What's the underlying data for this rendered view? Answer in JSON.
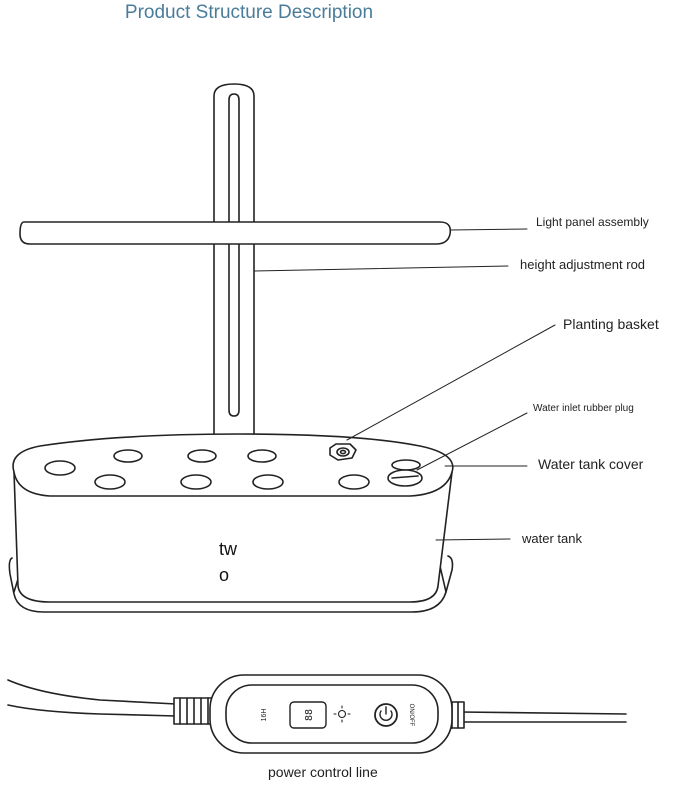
{
  "title": "Product Structure Description",
  "labels": {
    "light_panel": "Light panel assembly",
    "height_rod": "height adjustment rod",
    "planting_basket": "Planting basket",
    "water_inlet_plug": "Water inlet rubber plug",
    "water_tank_cover": "Water tank cover",
    "water_tank": "water tank"
  },
  "tank_text_line1": "tw",
  "tank_text_line2": "o",
  "controller": {
    "timer_label": "16H",
    "mode_label": "ON/OFF"
  },
  "caption": "power control line",
  "colors": {
    "title": "#4a7c9a",
    "line": "#222222"
  }
}
